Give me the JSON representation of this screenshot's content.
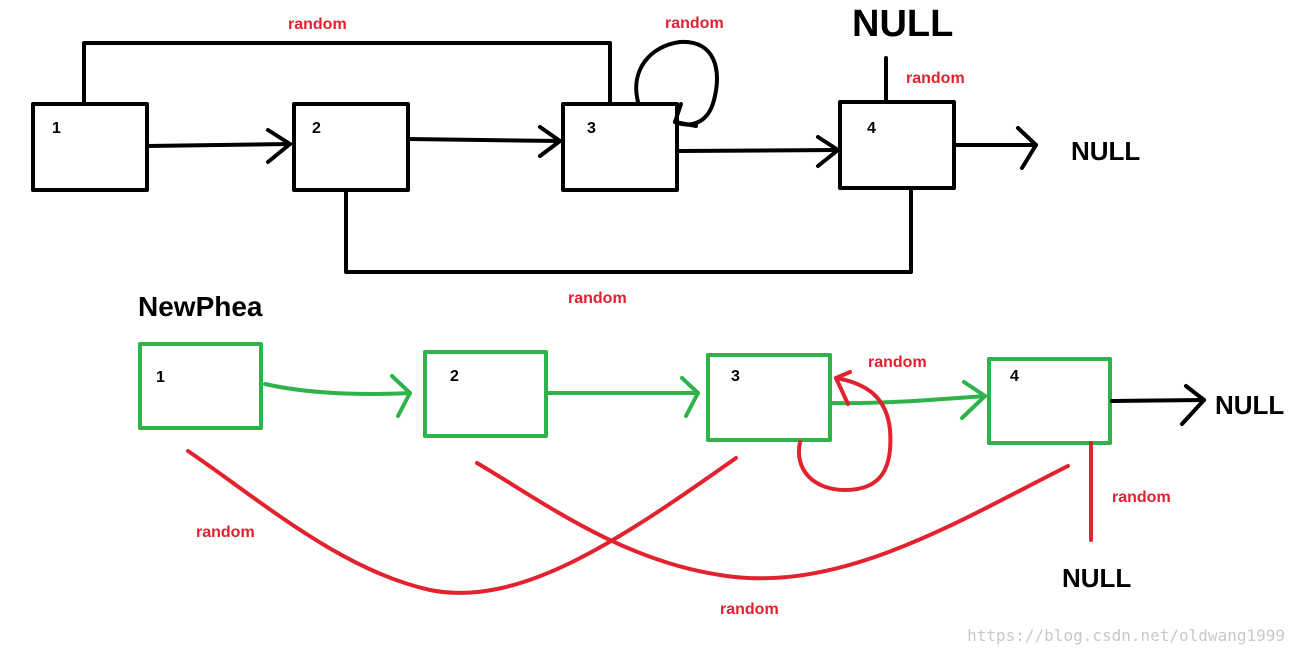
{
  "colors": {
    "original": "#000000",
    "copy": "#2db34a",
    "random": "#e3212f",
    "watermark": "#c8c8c8"
  },
  "original_list": {
    "nodes": [
      "1",
      "2",
      "3",
      "4"
    ],
    "null_top": "NULL",
    "null_right": "NULL",
    "random_labels": {
      "node1": "random",
      "node3": "random",
      "node4": "random",
      "node2": "random"
    }
  },
  "copy_list": {
    "head_label": "NewPhea",
    "nodes": [
      "1",
      "2",
      "3",
      "4"
    ],
    "null_right": "NULL",
    "null_bottom": "NULL",
    "random_labels": {
      "node3": "random",
      "node4": "random",
      "node1": "random",
      "node2": "random"
    }
  },
  "watermark": "https://blog.csdn.net/oldwang1999"
}
